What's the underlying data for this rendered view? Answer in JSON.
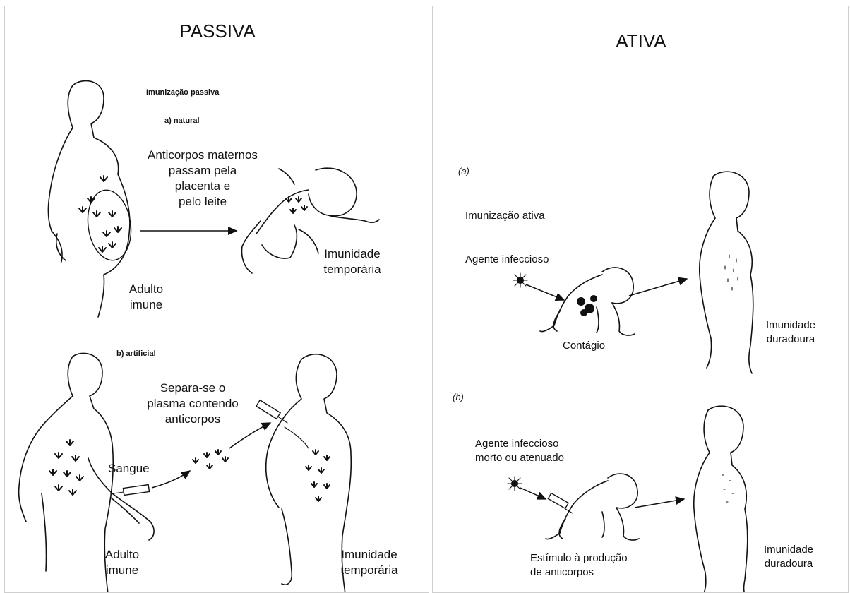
{
  "passiva": {
    "title": "PASSIVA",
    "heading": "Imunização passiva",
    "sub_natural": "a) natural",
    "natural_caption": [
      "Anticorpos maternos",
      "passam pela",
      "placenta e",
      "pelo leite"
    ],
    "natural_adult": [
      "Adulto",
      "imune"
    ],
    "natural_result": [
      "Imunidade",
      "temporária"
    ],
    "sub_artificial": "b) artificial",
    "artificial_caption": [
      "Separa-se o",
      "plasma contendo",
      "anticorpos"
    ],
    "blood_label": "Sangue",
    "artificial_adult": [
      "Adulto",
      "imune"
    ],
    "artificial_result": [
      "Imunidade",
      "temporária"
    ]
  },
  "ativa": {
    "title": "ATIVA",
    "label_a": "(a)",
    "heading": "Imunização ativa",
    "agent_a": "Agente infeccioso",
    "contagion": "Contágio",
    "result_a": [
      "Imunidade",
      "duradoura"
    ],
    "label_b": "(b)",
    "agent_b": [
      "Agente infeccioso",
      "morto ou atenuado"
    ],
    "stimulus": [
      "Estímulo à produção",
      "de anticorpos"
    ],
    "result_b": [
      "Imunidade",
      "duradoura"
    ]
  }
}
